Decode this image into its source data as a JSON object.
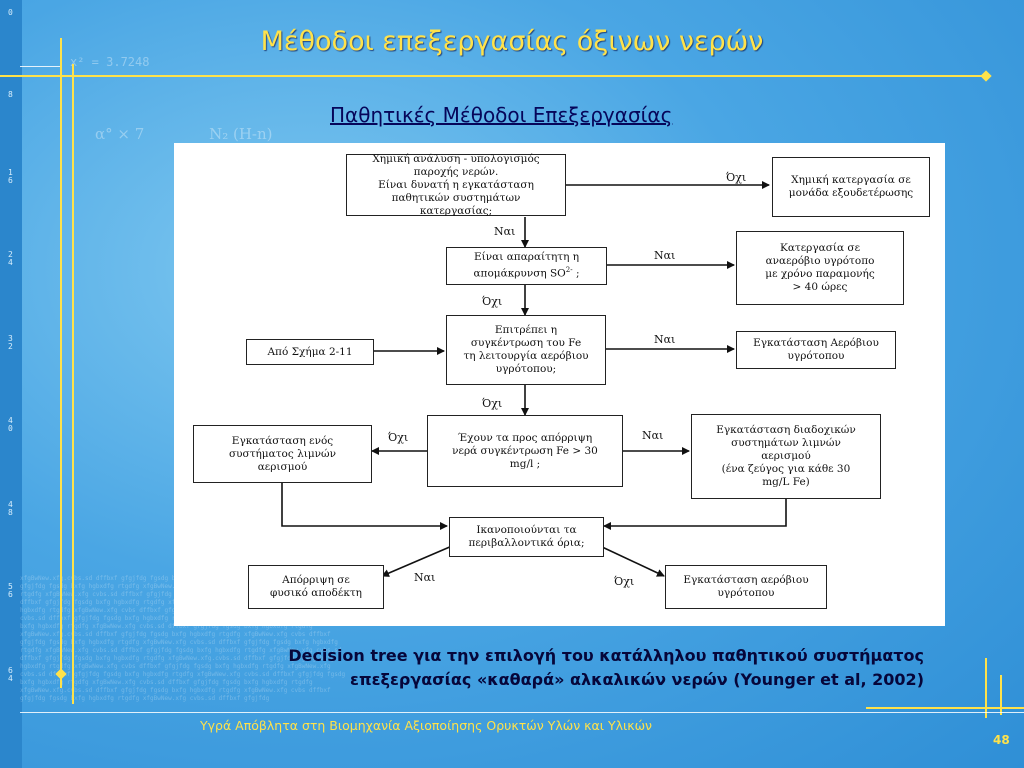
{
  "slide": {
    "title": "Μέθοδοι επεξεργασίας όξινων νερών",
    "subtitle": "Παθητικές Μέθοδοι Επεξεργασίας",
    "caption_line1": "Decision tree για την επιλογή του κατάλληλου παθητικού συστήματος",
    "caption_line2": "επεξεργασίας «καθαρά» αλκαλικών νερών (Younger et al, 2002)",
    "footer": "Υγρά Απόβλητα στη Βιομηχανία Αξιοποίησης Ορυκτών Υλών και Υλικών",
    "page_number": "48"
  },
  "ruler": [
    "0",
    "8",
    "1",
    "6",
    "2",
    "4",
    "3",
    "2",
    "4",
    "0",
    "4",
    "8",
    "5",
    "6",
    "6",
    "4"
  ],
  "background": {
    "formula1": "x² = 3.7248",
    "formula2": "α° × 7",
    "formula3": "N₂ (H-n)"
  },
  "colors": {
    "background": "#3f9fe0",
    "accent": "#ffe24a",
    "text_dark": "#06065a"
  },
  "flowchart": {
    "boxes": {
      "b1": "Χημική ανάλυση - υπολογισμός παροχής νερών.\nΕίναι δυνατή η εγκατάσταση παθητικών συστημάτων\nκατεργασίας;",
      "b2": "Χημική κατεργασία σε\nμονάδα εξουδετέρωσης",
      "b3a": "Είναι απαραίτητη η",
      "b3b": "απομάκρυνση SO",
      "b3c": " ;",
      "b4": "Κατεργασία σε\nαναερόβιο υγρότοπο\nμε χρόνο παραμονής\n> 40 ώρες",
      "b5": "Από Σχήμα 2-11",
      "b6": "Επιτρέπει η\nσυγκέντρωση του Fe\nτη λειτουργία αερόβιου\nυγρότοπου;",
      "b7": "Εγκατάσταση Αερόβιου\nυγρότοπου",
      "b8": "Εγκατάσταση ενός\nσυστήματος λιμνών\nαερισμού",
      "b9": "Έχουν τα προς απόρριψη\nνερά συγκέντρωση Fe > 30\nmg/l ;",
      "b10": "Εγκατάσταση διαδοχικών\nσυστημάτων λιμνών\nαερισμού\n(ένα ζεύγος για κάθε 30\nmg/L Fe)",
      "b11": "Ικανοποιούνται τα\nπεριβαλλοντικά όρια;",
      "b12": "Απόρριψη σε\nφυσικό αποδέκτη",
      "b13": "Εγκατάσταση αερόβιου\nυγρότοπου"
    },
    "sulfate_superscript": "2-",
    "labels": {
      "l1": "Όχι",
      "l2": "Ναι",
      "l3": "Ναι",
      "l4": "Όχι",
      "l5": "Ναι",
      "l6": "Όχι",
      "l7": "Όχι",
      "l8": "Ναι",
      "l9": "Ναι",
      "l10": "Όχι"
    }
  }
}
